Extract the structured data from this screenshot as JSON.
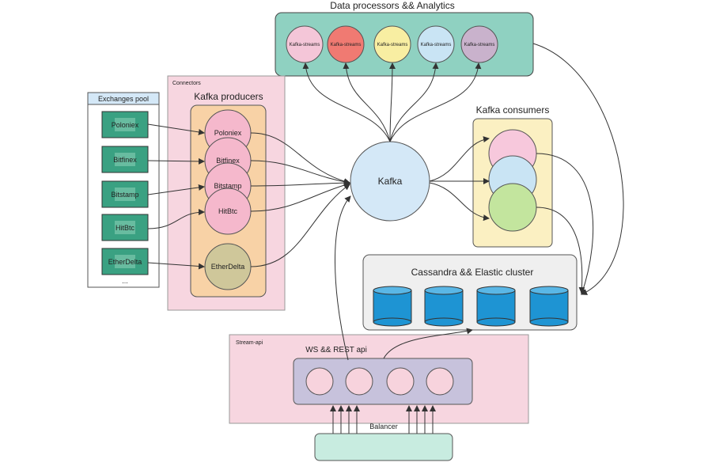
{
  "analytics": {
    "title": "Data processors && Analytics",
    "nodes": [
      {
        "label": "Kafka-streams",
        "color": "#f4c6d8"
      },
      {
        "label": "Kafka-streams",
        "color": "#f07a72"
      },
      {
        "label": "Kafka-streams",
        "color": "#f8eea2"
      },
      {
        "label": "Kafka-streams",
        "color": "#c9e4f4"
      },
      {
        "label": "Kafka-streams",
        "color": "#c9b2cc"
      }
    ]
  },
  "exchanges": {
    "title": "Exchanges pool",
    "items": [
      "Poloniex",
      "Bitfinex",
      "Bitstamp",
      "HitBtc",
      "EtherDelta"
    ],
    "more": "..."
  },
  "connectors": {
    "label": "Connectors",
    "title": "Kafka producers",
    "producers": [
      "Poloniex",
      "Bitfinex",
      "Bitstamp",
      "HitBtc",
      "EtherDelta"
    ]
  },
  "kafka": {
    "label": "Kafka"
  },
  "consumers": {
    "title": "Kafka consumers"
  },
  "storage": {
    "title": "Cassandra && Elastic cluster"
  },
  "stream_api": {
    "label": "Stream-api",
    "ws_title": "WS && REST api",
    "balancer": "Balancer"
  },
  "colors": {
    "analytics_bg": "#8fd1c1",
    "connectors_bg": "#f7d6e0",
    "producers_bg": "#f8d2a6",
    "producer_node": "#f5b8cc",
    "etherdelta_node": "#cfc79a",
    "exchange_box": "#3aa182",
    "kafka_node": "#d4e8f7",
    "consumers_bg": "#fbf0c2",
    "db_cylinder": "#1e94d3",
    "storage_bg": "#efefef",
    "stream_bg": "#f7d6e0",
    "ws_bg": "#c7c2dc",
    "balancer_bg": "#c8ece0"
  }
}
